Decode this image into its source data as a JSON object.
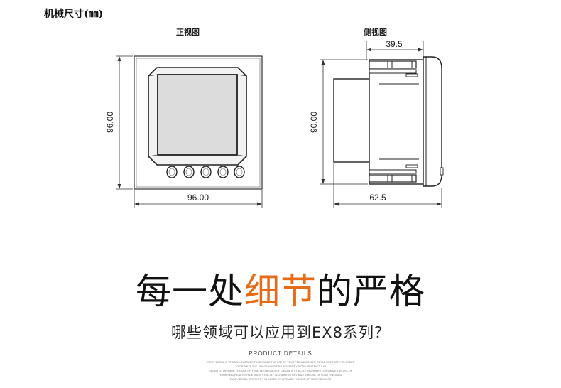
{
  "page": {
    "heading": "机械尺寸(㎜)",
    "front_view": {
      "title": "正视图",
      "height_label": "96.00",
      "width_label": "96.00",
      "button_count": 5
    },
    "side_view": {
      "title": "侧视图",
      "height_label": "90.00",
      "top_depth_label": "39.5",
      "bottom_depth_label": "62.5"
    },
    "headline": {
      "part1": "每一处",
      "highlight": "细节",
      "part2": "的严格"
    },
    "subheadline": "哪些领域可以应用到EX8系列？",
    "details": {
      "title": "PRODUCT DETAILS",
      "lines": [
        "EVERY DETAIL IS STRICTLY IN ORDER TO OPTIMIZE THE USE OF YOUR FEELINGSEVERY DETAIL IS STRICTLY IN ORDER",
        "TO OPTIMIZE THE USE OF YOUR FEELINGSEVERY DETAIL IS STRICTLY IN",
        "ORDER TO OPTIMIZE THE USE OF YOUR FEELINGSEVERY DETAIL IS STRICTLY IN ORDER TO OPTIMIZE THE USE OF",
        "YOUR FEELINGSEVERY DETAIL IS STRICTLY IN ORDER TO OPTIMIZE THE USE OF YOUR FEELINGS",
        "EVERY DETAIL IS STRICTLY IN ORDER TO OPTIMIZE THE USE OF YOUR FEELINGS"
      ]
    },
    "colors": {
      "highlight": "#e56b17",
      "line": "#333333",
      "screen": "#dcdcdc"
    }
  }
}
